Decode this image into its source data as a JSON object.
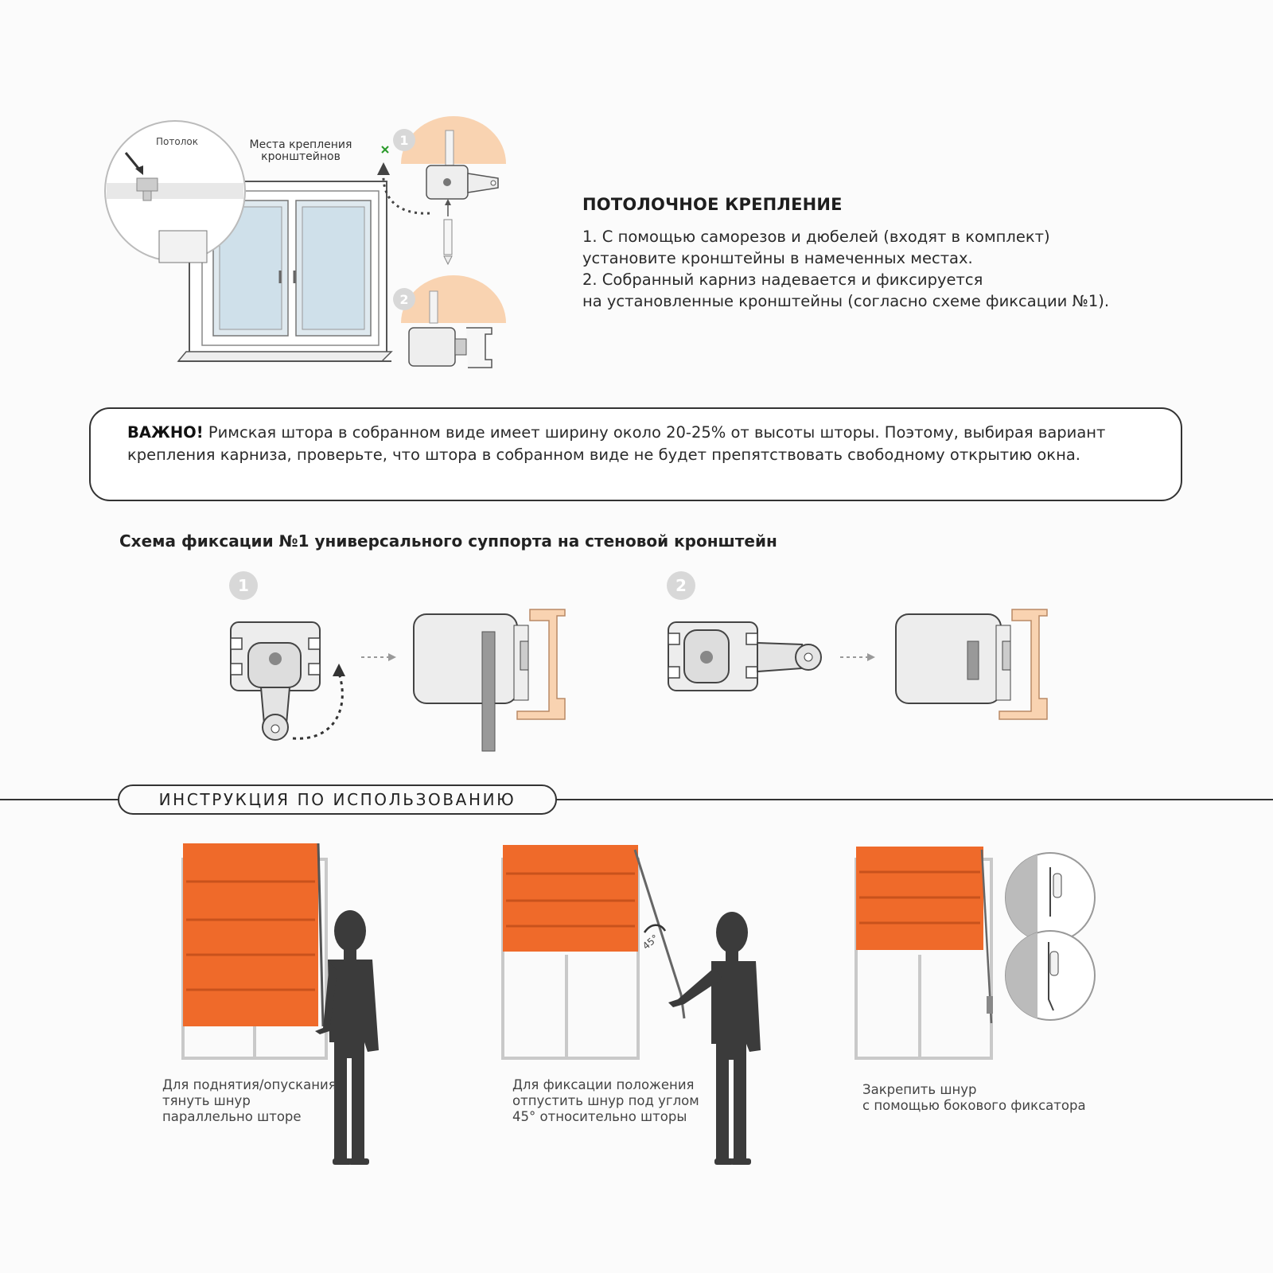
{
  "mount_section": {
    "ceiling_label": "Потолок",
    "mount_places_label_line1": "Места крепления",
    "mount_places_label_line2": "кронштейнов",
    "step1": "1",
    "step2": "2",
    "title": "ПОТОЛОЧНОЕ КРЕПЛЕНИЕ",
    "lines": [
      "1. С помощью саморезов и дюбелей (входят в комплект)",
      "установите кронштейны в намеченных местах.",
      "2. Собранный карниз надевается и фиксируется",
      "на установленные кронштейны (согласно схеме фиксации №1)."
    ]
  },
  "important": {
    "label": "ВАЖНО!",
    "text": " Римская штора в собранном виде имеет ширину около 20-25% от высоты шторы. Поэтому, выбирая вариант крепления карниза, проверьте, что штора в собранном виде не будет препятствовать свободному открытию окна."
  },
  "scheme": {
    "title": "Схема фиксации №1 универсального суппорта на стеновой кронштейн",
    "step1": "1",
    "step2": "2"
  },
  "instructions": {
    "heading": "ИНСТРУКЦИЯ ПО ИСПОЛЬЗОВАНИЮ",
    "angle_label": "45°",
    "captions": [
      [
        "Для поднятия/опускания",
        "тянуть шнур",
        "параллельно шторе"
      ],
      [
        "Для фиксации положения",
        "отпустить шнур под углом",
        "45° относительно шторы"
      ],
      [
        "Закрепить шнур",
        "с помощью бокового фиксатора"
      ]
    ]
  },
  "colors": {
    "blind_orange": "#ef6a2a",
    "peach": "#f9d3b1",
    "silhouette": "#3b3b3b",
    "frame_grey": "#c9c9c9"
  }
}
